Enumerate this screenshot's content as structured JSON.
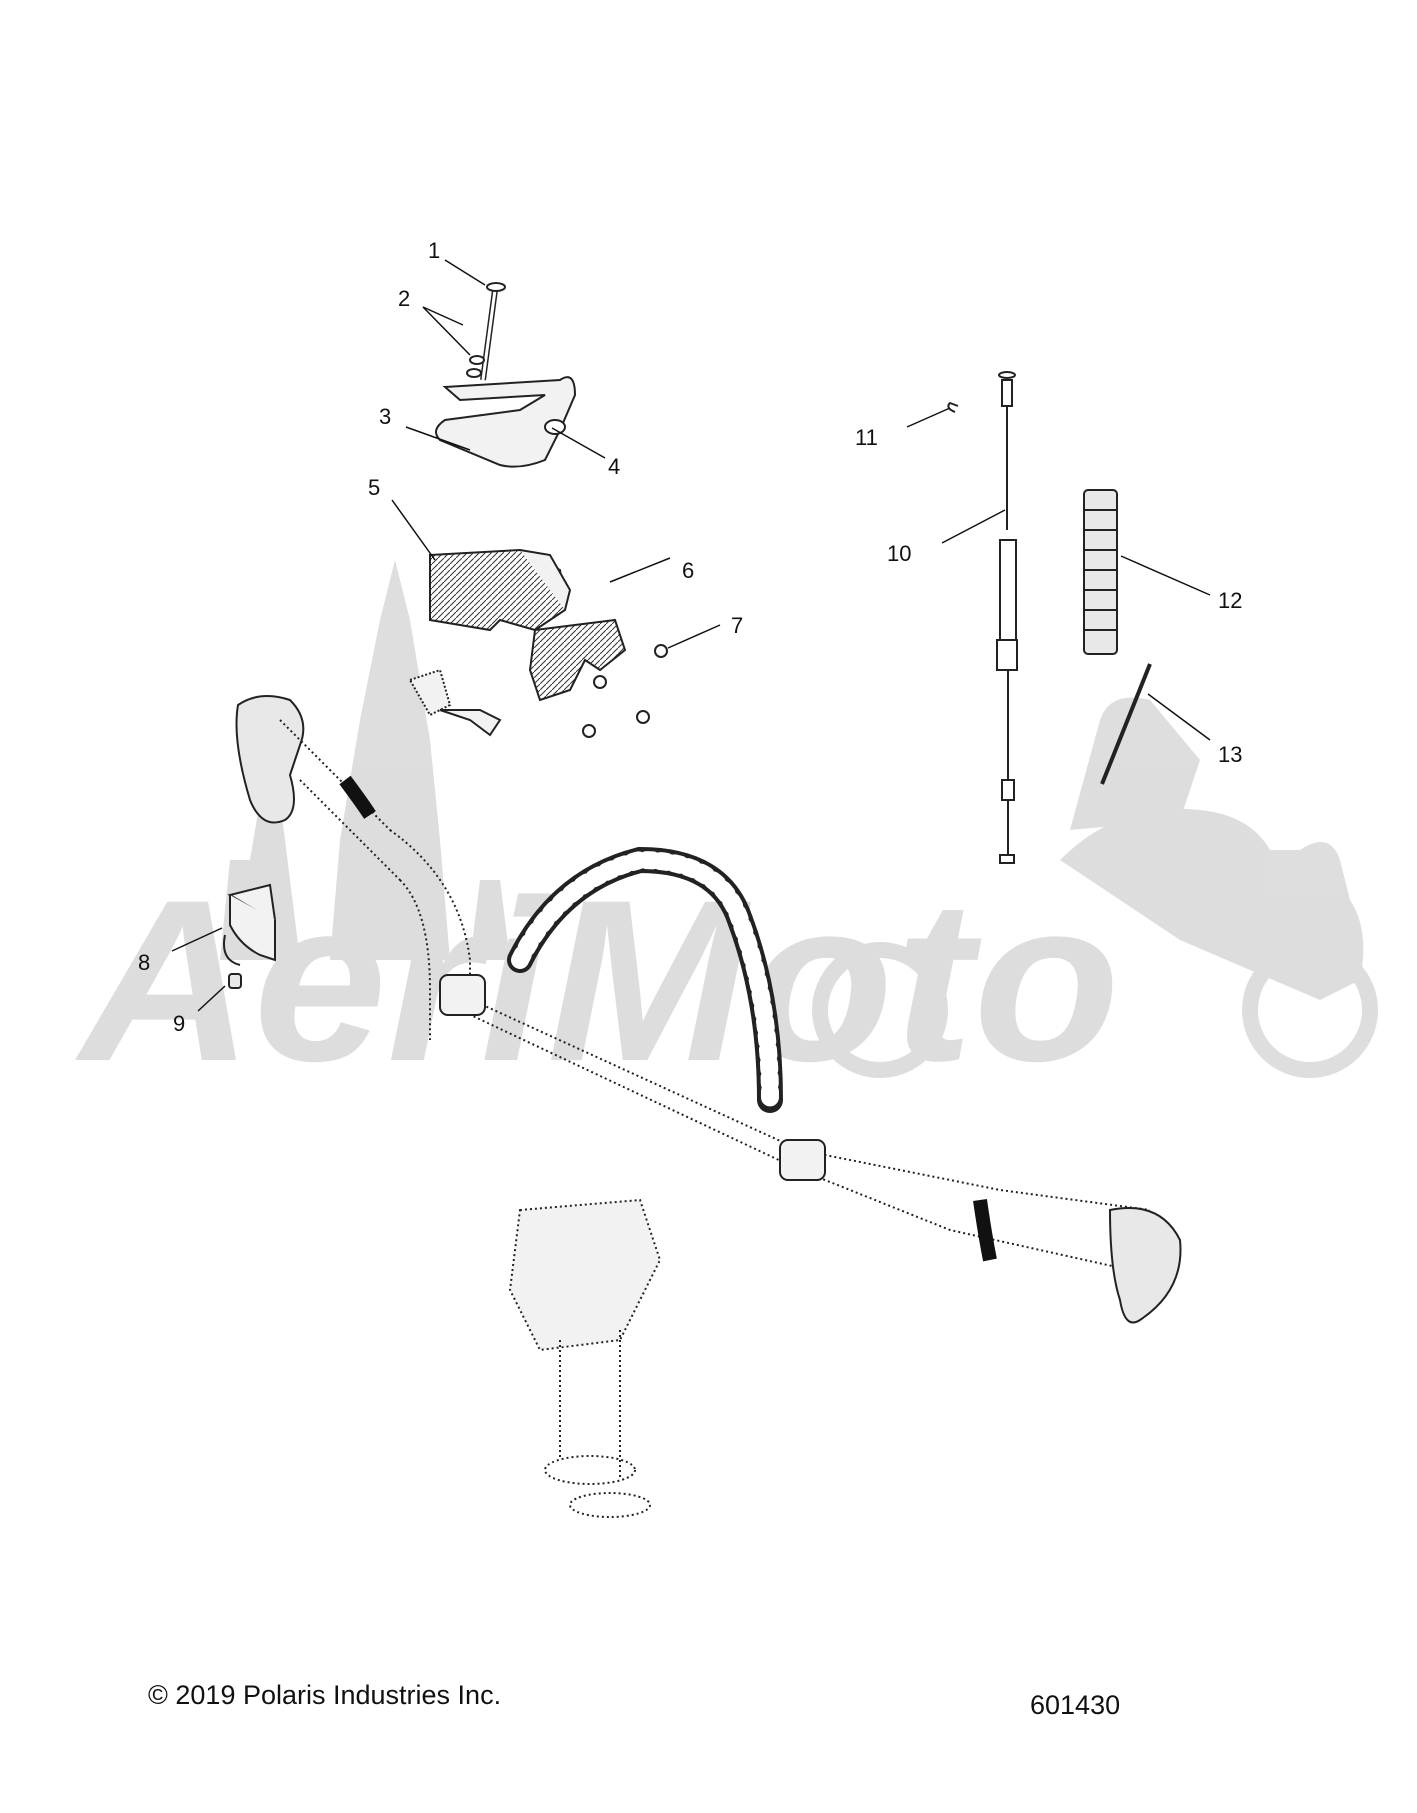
{
  "diagram": {
    "callouts": [
      {
        "id": "1",
        "label": "1"
      },
      {
        "id": "2",
        "label": "2"
      },
      {
        "id": "3",
        "label": "3"
      },
      {
        "id": "4",
        "label": "4"
      },
      {
        "id": "5",
        "label": "5"
      },
      {
        "id": "6",
        "label": "6"
      },
      {
        "id": "7",
        "label": "7"
      },
      {
        "id": "8",
        "label": "8"
      },
      {
        "id": "9",
        "label": "9"
      },
      {
        "id": "10",
        "label": "10"
      },
      {
        "id": "11",
        "label": "11"
      },
      {
        "id": "12",
        "label": "12"
      },
      {
        "id": "13",
        "label": "13"
      }
    ],
    "watermark_text": "AeriMoto"
  },
  "footer": {
    "copyright": "© 2019 Polaris Industries Inc.",
    "figure_number": "601430"
  }
}
